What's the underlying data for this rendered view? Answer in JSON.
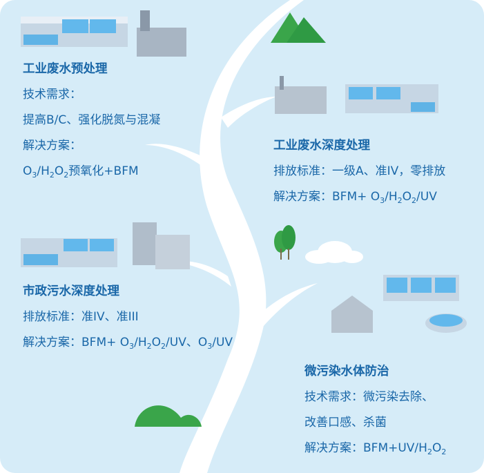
{
  "sections": [
    {
      "title": "工业废水预处理",
      "lines": [
        "技术需求：",
        "提高B/C、强化脱氮与混凝",
        "解决方案：",
        "O3/H2O2预氧化+BFM"
      ]
    },
    {
      "title": "工业废水深度处理",
      "lines": [
        "排放标准：一级A、准IV，零排放",
        "解决方案：BFM+ O3/H2O2/UV"
      ]
    },
    {
      "title": "市政污水深度处理",
      "lines": [
        "排放标准：准IV、准III",
        "解决方案：BFM+ O3/H2O2/UV、O3/UV"
      ]
    },
    {
      "title": "微污染水体防治",
      "lines": [
        "技术需求：微污染去除、",
        "改善口感、杀菌",
        "解决方案：BFM+UV/H2O2"
      ]
    }
  ],
  "colors": {
    "text": "#1a67a8",
    "background": "#d6ecf8",
    "green": "#3aa54a"
  }
}
